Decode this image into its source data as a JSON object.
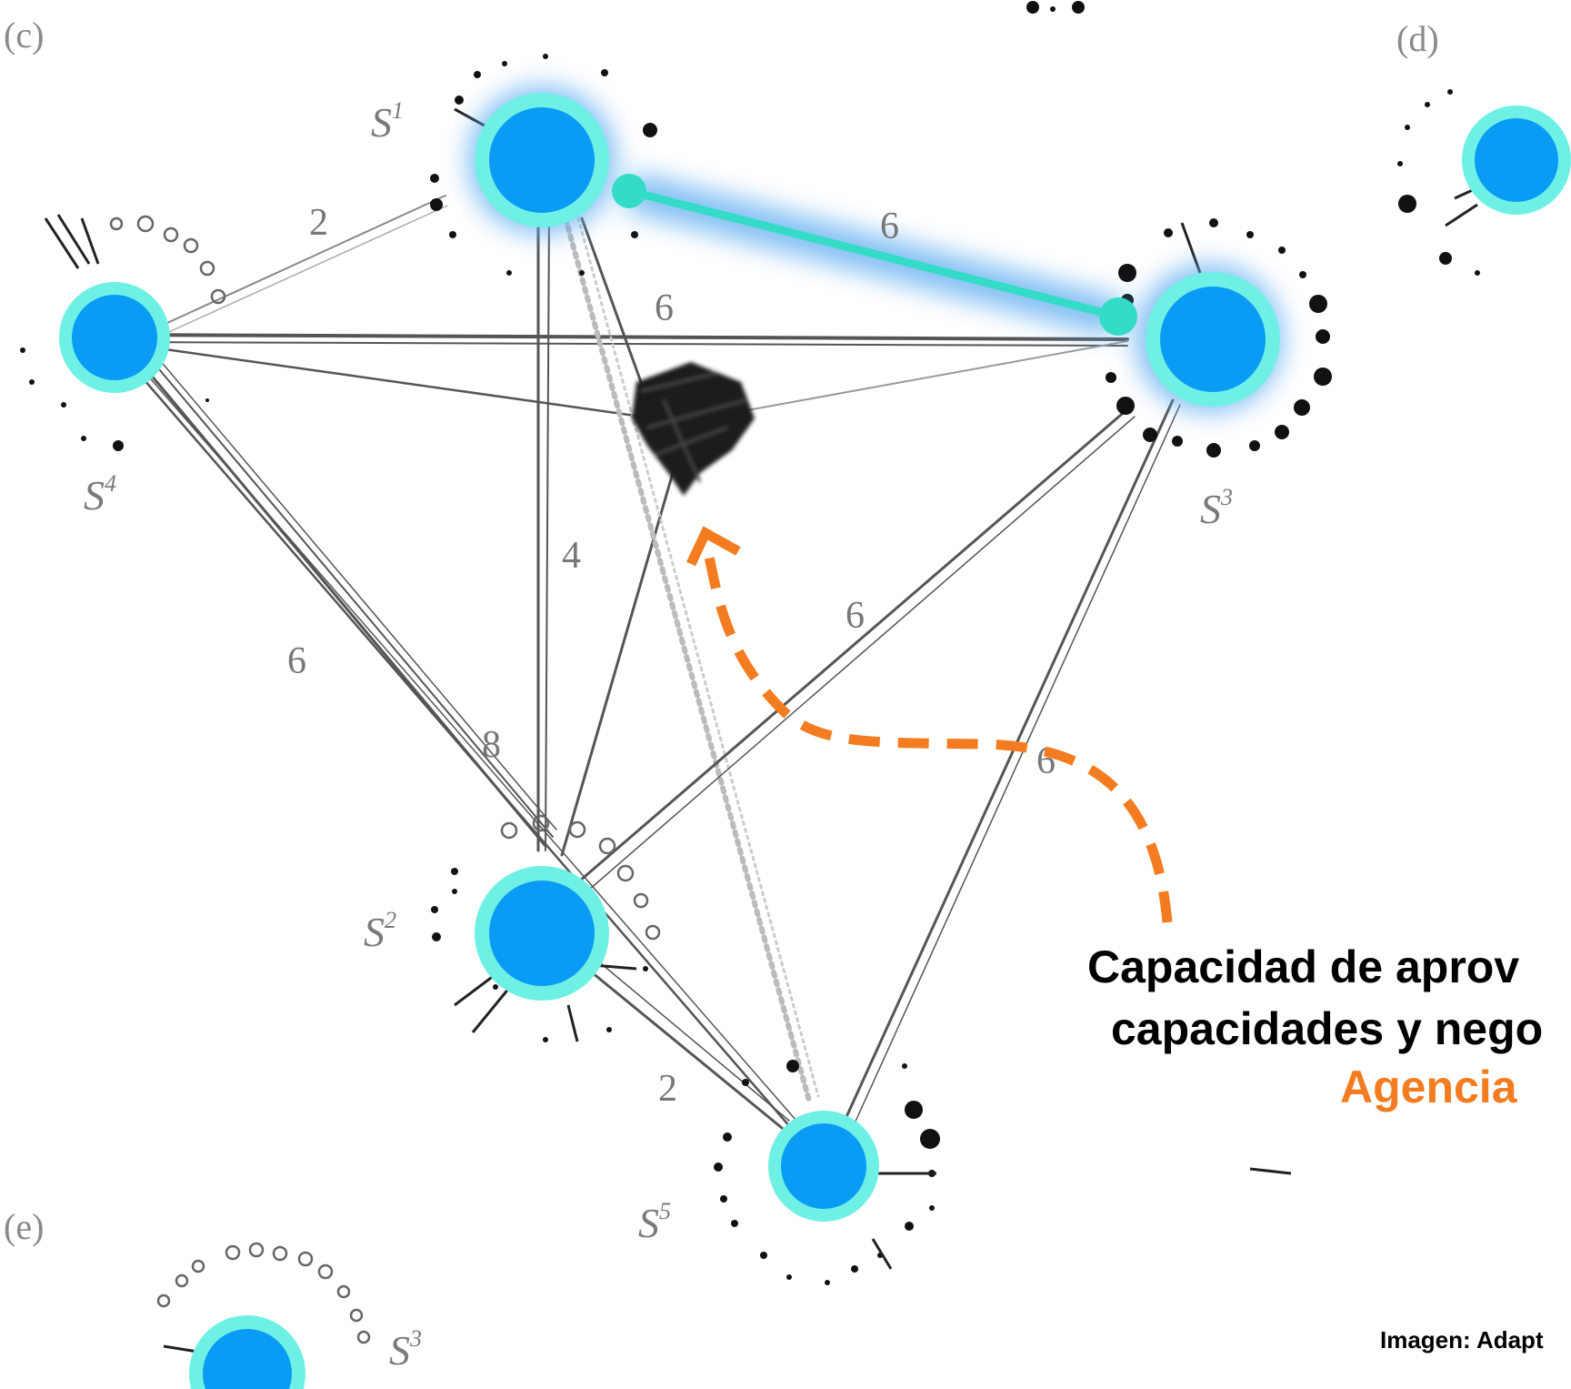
{
  "panels": {
    "c": "(c)",
    "d": "(d)",
    "e": "(e)"
  },
  "nodes": {
    "s1": {
      "base": "S",
      "sup": "1"
    },
    "s2": {
      "base": "S",
      "sup": "2"
    },
    "s3": {
      "base": "S",
      "sup": "3"
    },
    "s4": {
      "base": "S",
      "sup": "4"
    },
    "s5": {
      "base": "S",
      "sup": "5"
    },
    "s3_e": {
      "base": "S",
      "sup": "3"
    }
  },
  "edge_labels": {
    "s1_s3_highlight": "6",
    "s4_s3_top": "6",
    "s4_s1": "2",
    "s1_s2": "4",
    "s4_s2_outer": "6",
    "s4_s2_inner": "8",
    "s2_s3": "6",
    "s5_s3": "6",
    "s2_s5": "2"
  },
  "caption": {
    "line1": "Capacidad de aprov",
    "line2": "capacidades y nego",
    "accent": "Agencia"
  },
  "credit": "Imagen: Adapt",
  "colors": {
    "node_fill": "#0a9cf5",
    "node_ring": "#6ef1e4",
    "highlight_edge": "#34dcc8",
    "glow": "#5aaaf0",
    "arrow": "#f47c20",
    "edge_gray": "#555555"
  }
}
